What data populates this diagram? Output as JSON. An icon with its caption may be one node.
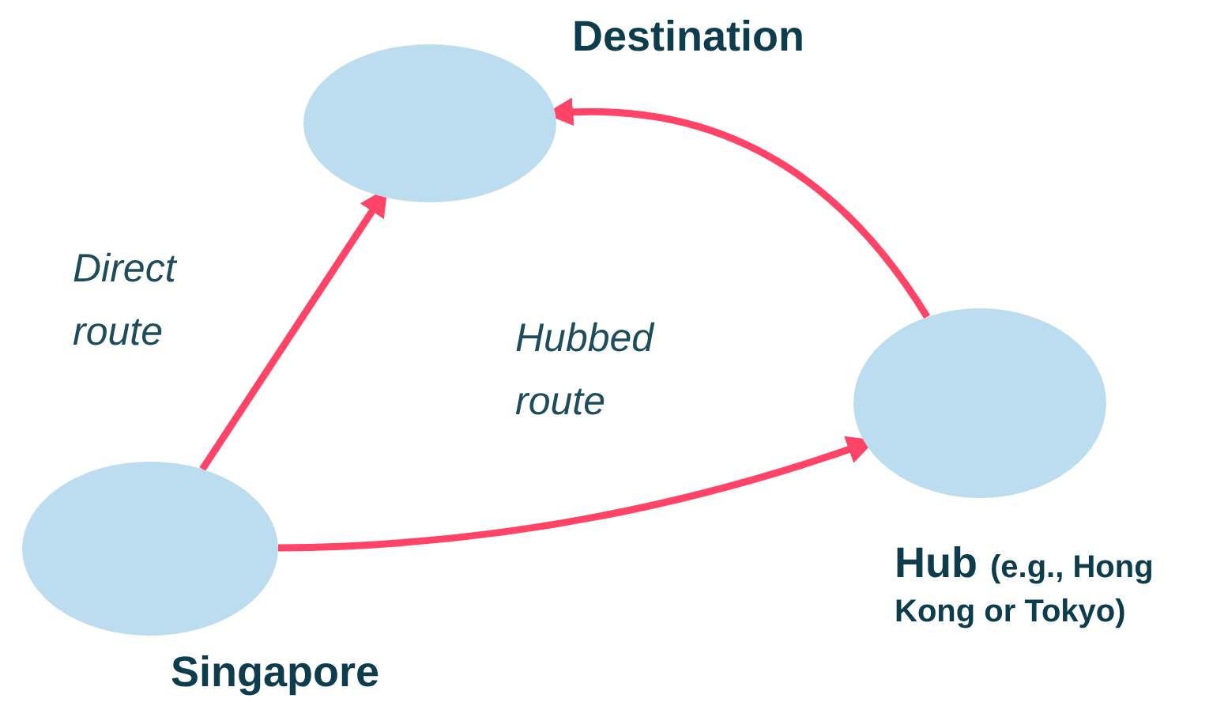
{
  "diagram": {
    "nodes": [
      {
        "text": [
          "Destination"
        ]
      },
      {
        "text": [
          "Singapore"
        ]
      },
      {
        "text": [
          "Hub",
          "(e.g., Hong Kong or Tokyo)"
        ]
      }
    ],
    "edges": [
      {
        "from": 1,
        "to": 0,
        "arrow": "to"
      },
      {
        "from": 2,
        "to": 0,
        "arrow": "to"
      },
      {
        "from": 1,
        "to": 2,
        "arrow": "to"
      }
    ],
    "labels": [
      "Direct route",
      "Hubbed route"
    ]
  }
}
